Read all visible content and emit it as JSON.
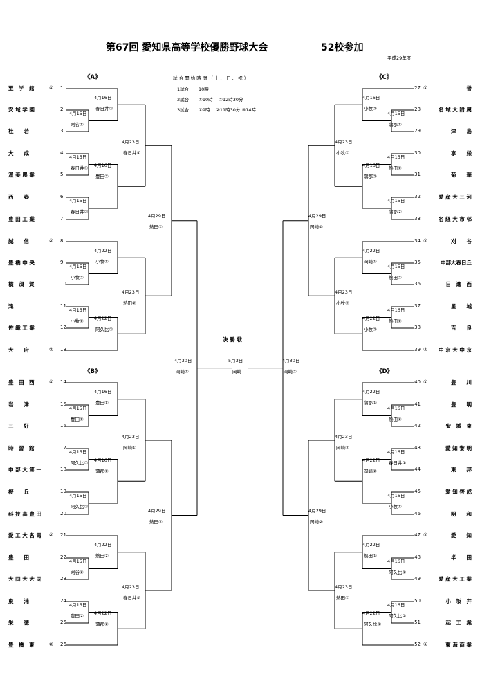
{
  "title": {
    "main": "第67回 愛知県高等学校優勝野球大会",
    "count": "52校参加",
    "era": "平成29年度"
  },
  "regions": {
    "A": "《A》",
    "B": "《B》",
    "C": "《C》",
    "D": "《D》"
  },
  "schedule": {
    "heading": "試 合 開 始 時 間 （ 土 、 日 、 祝 ）",
    "rows": [
      {
        "label": "1試合",
        "times": "10時"
      },
      {
        "label": "2試合",
        "times": "①10時　 ②12時30分"
      },
      {
        "label": "3試合",
        "times": "①9時　 ②11時30分 ③14時"
      }
    ]
  },
  "final": {
    "heading": "決 勝 戦",
    "date": "5月3日",
    "venue": "岡崎"
  },
  "left_teams": [
    {
      "no": "1",
      "name": "至　学　館",
      "seed": "①"
    },
    {
      "no": "2",
      "name": "安 城 学 園",
      "seed": ""
    },
    {
      "no": "3",
      "name": "杜　　若",
      "seed": ""
    },
    {
      "no": "4",
      "name": "大　　成",
      "seed": ""
    },
    {
      "no": "5",
      "name": "渥 美 農 業",
      "seed": ""
    },
    {
      "no": "6",
      "name": "西　　春",
      "seed": ""
    },
    {
      "no": "7",
      "name": "豊 田 工 業",
      "seed": ""
    },
    {
      "no": "8",
      "name": "誠　　信",
      "seed": "②"
    },
    {
      "no": "9",
      "name": "豊 橋 中 央",
      "seed": ""
    },
    {
      "no": "10",
      "name": "横　須　賀",
      "seed": ""
    },
    {
      "no": "11",
      "name": "滝",
      "seed": ""
    },
    {
      "no": "12",
      "name": "佐 織 工 業",
      "seed": ""
    },
    {
      "no": "13",
      "name": "大　　府",
      "seed": "②"
    },
    {
      "no": "14",
      "name": "豊　田　西",
      "seed": "①"
    },
    {
      "no": "15",
      "name": "岩　　津",
      "seed": ""
    },
    {
      "no": "16",
      "name": "三　　好",
      "seed": ""
    },
    {
      "no": "17",
      "name": "時　習　館",
      "seed": ""
    },
    {
      "no": "18",
      "name": "中 部 大 第 一",
      "seed": ""
    },
    {
      "no": "19",
      "name": "桜　　丘",
      "seed": ""
    },
    {
      "no": "20",
      "name": "科 技 高 豊 田",
      "seed": ""
    },
    {
      "no": "21",
      "name": "愛 工 大 名 電",
      "seed": "②"
    },
    {
      "no": "22",
      "name": "豊　　田",
      "seed": ""
    },
    {
      "no": "23",
      "name": "大 同 大 大 同",
      "seed": ""
    },
    {
      "no": "24",
      "name": "東　　浦",
      "seed": ""
    },
    {
      "no": "25",
      "name": "栄　　徳",
      "seed": ""
    },
    {
      "no": "26",
      "name": "豊　橋　東",
      "seed": "②"
    }
  ],
  "right_teams": [
    {
      "no": "27",
      "name": "誉",
      "seed": "①"
    },
    {
      "no": "28",
      "name": "名 城 大 附 属",
      "seed": ""
    },
    {
      "no": "29",
      "name": "津　　島",
      "seed": ""
    },
    {
      "no": "30",
      "name": "享　　栄",
      "seed": ""
    },
    {
      "no": "31",
      "name": "菊　　華",
      "seed": ""
    },
    {
      "no": "32",
      "name": "愛 産 大 三 河",
      "seed": ""
    },
    {
      "no": "33",
      "name": "名 経 大 市 邨",
      "seed": ""
    },
    {
      "no": "34",
      "name": "刈　　谷",
      "seed": "②"
    },
    {
      "no": "35",
      "name": "中部大春日丘",
      "seed": ""
    },
    {
      "no": "36",
      "name": "日　進　西",
      "seed": ""
    },
    {
      "no": "37",
      "name": "星　　城",
      "seed": ""
    },
    {
      "no": "38",
      "name": "吉　　良",
      "seed": ""
    },
    {
      "no": "39",
      "name": "中 京 大 中 京",
      "seed": "②"
    },
    {
      "no": "40",
      "name": "豊　　川",
      "seed": "①"
    },
    {
      "no": "41",
      "name": "豊　　明",
      "seed": ""
    },
    {
      "no": "42",
      "name": "安　城　東",
      "seed": ""
    },
    {
      "no": "43",
      "name": "愛 知 黎 明",
      "seed": ""
    },
    {
      "no": "44",
      "name": "東　　邦",
      "seed": ""
    },
    {
      "no": "45",
      "name": "愛 知 啓 成",
      "seed": ""
    },
    {
      "no": "46",
      "name": "明　　和",
      "seed": ""
    },
    {
      "no": "47",
      "name": "愛　　知",
      "seed": "②"
    },
    {
      "no": "48",
      "name": "半　　田",
      "seed": ""
    },
    {
      "no": "49",
      "name": "愛 産 大 工 業",
      "seed": ""
    },
    {
      "no": "50",
      "name": "小　坂　井",
      "seed": ""
    },
    {
      "no": "51",
      "name": "起　工　業",
      "seed": ""
    },
    {
      "no": "52",
      "name": "東 海 商 業",
      "seed": "①"
    }
  ],
  "games": {
    "a_r1_1": {
      "date": "4月15日",
      "venue": "刈谷①"
    },
    "a_r2_1": {
      "date": "4月16日",
      "venue": "春日井②"
    },
    "a_r1_2": {
      "date": "4月15日",
      "venue": "春日井①"
    },
    "a_r1_3": {
      "date": "4月15日",
      "venue": "春日井②"
    },
    "a_r2_2": {
      "date": "4月16日",
      "venue": "豊田②"
    },
    "a_r3_1": {
      "date": "4月23日",
      "venue": "春日井①"
    },
    "a_r1_4": {
      "date": "4月15日",
      "venue": "小牧②"
    },
    "a_r2_3": {
      "date": "4月22日",
      "venue": "小牧①"
    },
    "a_r1_5": {
      "date": "4月15日",
      "venue": "小牧①"
    },
    "a_r2_4": {
      "date": "4月22日",
      "venue": "阿久比②"
    },
    "a_r3_2": {
      "date": "4月23日",
      "venue": "熱田②"
    },
    "a_r4": {
      "date": "4月29日",
      "venue": "熱田①"
    },
    "b_r1_1": {
      "date": "4月15日",
      "venue": "豊田①"
    },
    "b_r2_1": {
      "date": "4月16日",
      "venue": "豊田①"
    },
    "b_r1_2": {
      "date": "4月15日",
      "venue": "阿久比①"
    },
    "b_r2_2": {
      "date": "4月16日",
      "venue": "蒲郡①"
    },
    "b_r1_3": {
      "date": "4月15日",
      "venue": "阿久比②"
    },
    "b_r3_1": {
      "date": "4月23日",
      "venue": "岡崎①"
    },
    "b_r1_4": {
      "date": "4月15日",
      "venue": "刈谷②"
    },
    "b_r2_3": {
      "date": "4月22日",
      "venue": "熱田②"
    },
    "b_r1_5": {
      "date": "4月15日",
      "venue": "豊田②"
    },
    "b_r2_4": {
      "date": "4月22日",
      "venue": "蒲郡②"
    },
    "b_r3_2": {
      "date": "4月23日",
      "venue": "春日井②"
    },
    "b_r4": {
      "date": "4月29日",
      "venue": "熱田②"
    },
    "l_sf": {
      "date": "4月30日",
      "venue": "岡崎①"
    },
    "c_r2_1": {
      "date": "4月16日",
      "venue": "小牧②"
    },
    "c_r1_1": {
      "date": "4月15日",
      "venue": "蒲郡①"
    },
    "c_r1_2": {
      "date": "4月15日",
      "venue": "熱田①"
    },
    "c_r2_2": {
      "date": "4月16日",
      "venue": "蒲郡②"
    },
    "c_r1_3": {
      "date": "4月15日",
      "venue": "蒲郡②"
    },
    "c_r3_1": {
      "date": "4月23日",
      "venue": "小牧①"
    },
    "c_r2_3": {
      "date": "4月22日",
      "venue": "岡崎①"
    },
    "c_r1_4": {
      "date": "4月15日",
      "venue": "熱田②"
    },
    "c_r1_5": {
      "date": "4月16日",
      "venue": "熱田①"
    },
    "c_r2_4": {
      "date": "4月22日",
      "venue": "小牧②"
    },
    "c_r3_2": {
      "date": "4月23日",
      "venue": "小牧②"
    },
    "c_r4": {
      "date": "4月29日",
      "venue": "岡崎①"
    },
    "d_r2_1": {
      "date": "4月22日",
      "venue": "蒲郡①"
    },
    "d_r1_1": {
      "date": "4月16日",
      "venue": "熱田②"
    },
    "d_r1_2": {
      "date": "4月16日",
      "venue": "春日井①"
    },
    "d_r2_2": {
      "date": "4月22日",
      "venue": "岡崎②"
    },
    "d_r1_3": {
      "date": "4月16日",
      "venue": "小牧①"
    },
    "d_r3_1": {
      "date": "4月23日",
      "venue": "岡崎②"
    },
    "d_r2_3": {
      "date": "4月22日",
      "venue": "熱田①"
    },
    "d_r1_4": {
      "date": "4月16日",
      "venue": "阿久比①"
    },
    "d_r1_5": {
      "date": "4月16日",
      "venue": "阿久比②"
    },
    "d_r2_4": {
      "date": "4月22日",
      "venue": "阿久比①"
    },
    "d_r3_2": {
      "date": "4月23日",
      "venue": "熱田①"
    },
    "d_r4": {
      "date": "4月29日",
      "venue": "岡崎②"
    },
    "r_sf": {
      "date": "4月30日",
      "venue": "岡崎②"
    }
  }
}
